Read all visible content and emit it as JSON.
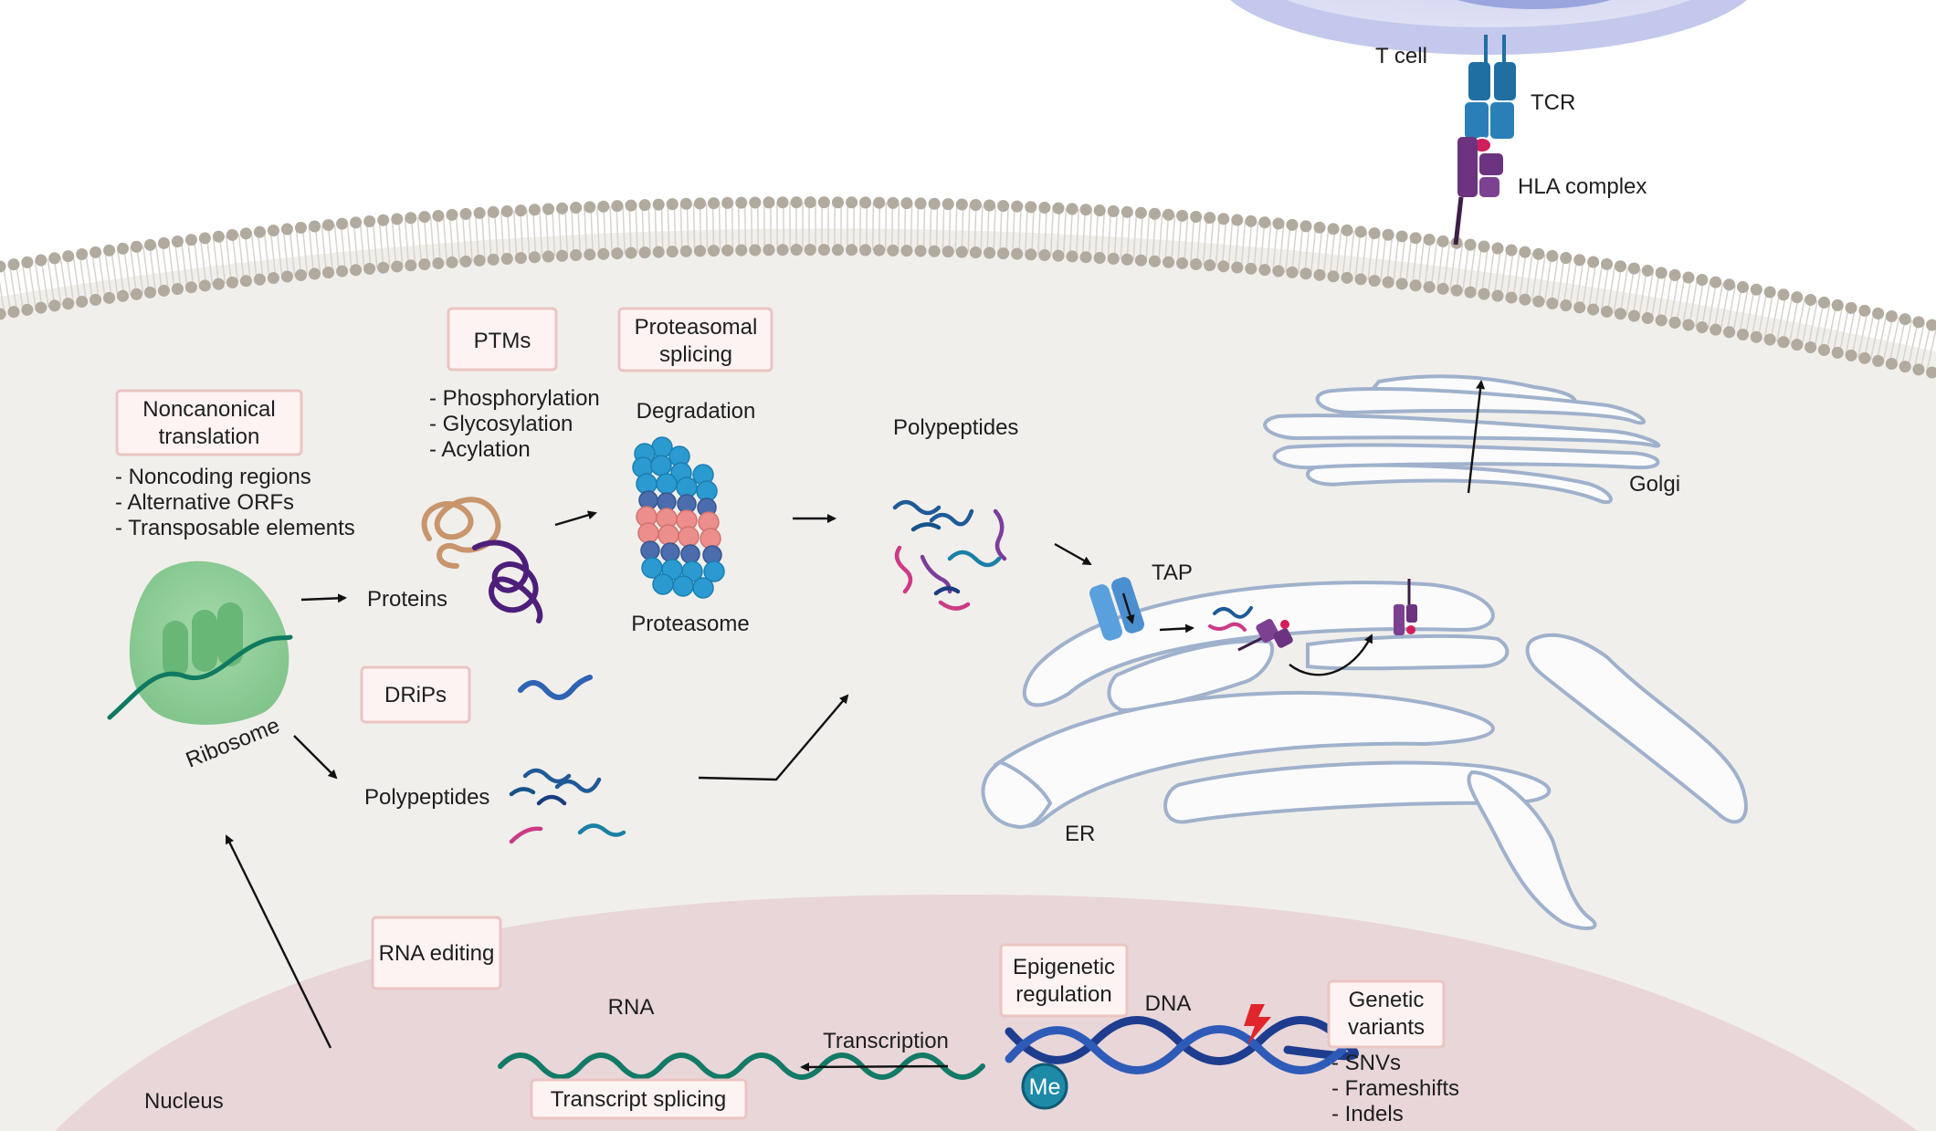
{
  "labels": {
    "t_cell": "T cell",
    "tcr": "TCR",
    "hla_complex": "HLA complex",
    "golgi": "Golgi",
    "tap": "TAP",
    "er": "ER",
    "nucleus": "Nucleus",
    "ribosome": "Ribosome",
    "proteins": "Proteins",
    "polypeptides_left": "Polypeptides",
    "polypeptides_right": "Polypeptides",
    "degradation": "Degradation",
    "proteasome": "Proteasome",
    "rna": "RNA",
    "dna": "DNA",
    "transcription": "Transcription",
    "me": "Me"
  },
  "boxes": {
    "ptms": "PTMs",
    "proteasomal_splicing": [
      "Proteasomal",
      "splicing"
    ],
    "noncanonical_translation": [
      "Noncanonical",
      "translation"
    ],
    "drips": "DRiPs",
    "rna_editing": "RNA editing",
    "epigenetic_regulation": [
      "Epigenetic",
      "regulation"
    ],
    "genetic_variants": [
      "Genetic",
      "variants"
    ],
    "transcript_splicing": "Transcript splicing"
  },
  "lists": {
    "ptm_types": [
      "- Phosphorylation",
      "- Glycosylation",
      "- Acylation"
    ],
    "noncanonical_sources": [
      "- Noncoding regions",
      "- Alternative ORFs",
      "- Transposable elements"
    ],
    "genetic_variant_types": [
      "- SNVs",
      "- Frameshifts",
      "- Indels"
    ]
  },
  "colors": {
    "cytoplasm": "#f1efec",
    "nucleus": "#e9d6d9",
    "membrane_head": "#b1aa9f",
    "organelle_stroke": "#9fb1cc",
    "tcr_blue": "#1f6fa3",
    "hla_purple": "#6b3380",
    "ribosome_green": "#8fcf98",
    "label_box_border": "#eac5c3",
    "dna_blue": "#1e3d8f",
    "rna_green": "#127a66",
    "tap_blue": "#5aa0dc",
    "proteasome_blue": "#2b9ad0",
    "proteasome_red": "#ec8e8c",
    "mutation_red": "#e0262a"
  },
  "icons": [
    "lightning-bolt-icon"
  ]
}
